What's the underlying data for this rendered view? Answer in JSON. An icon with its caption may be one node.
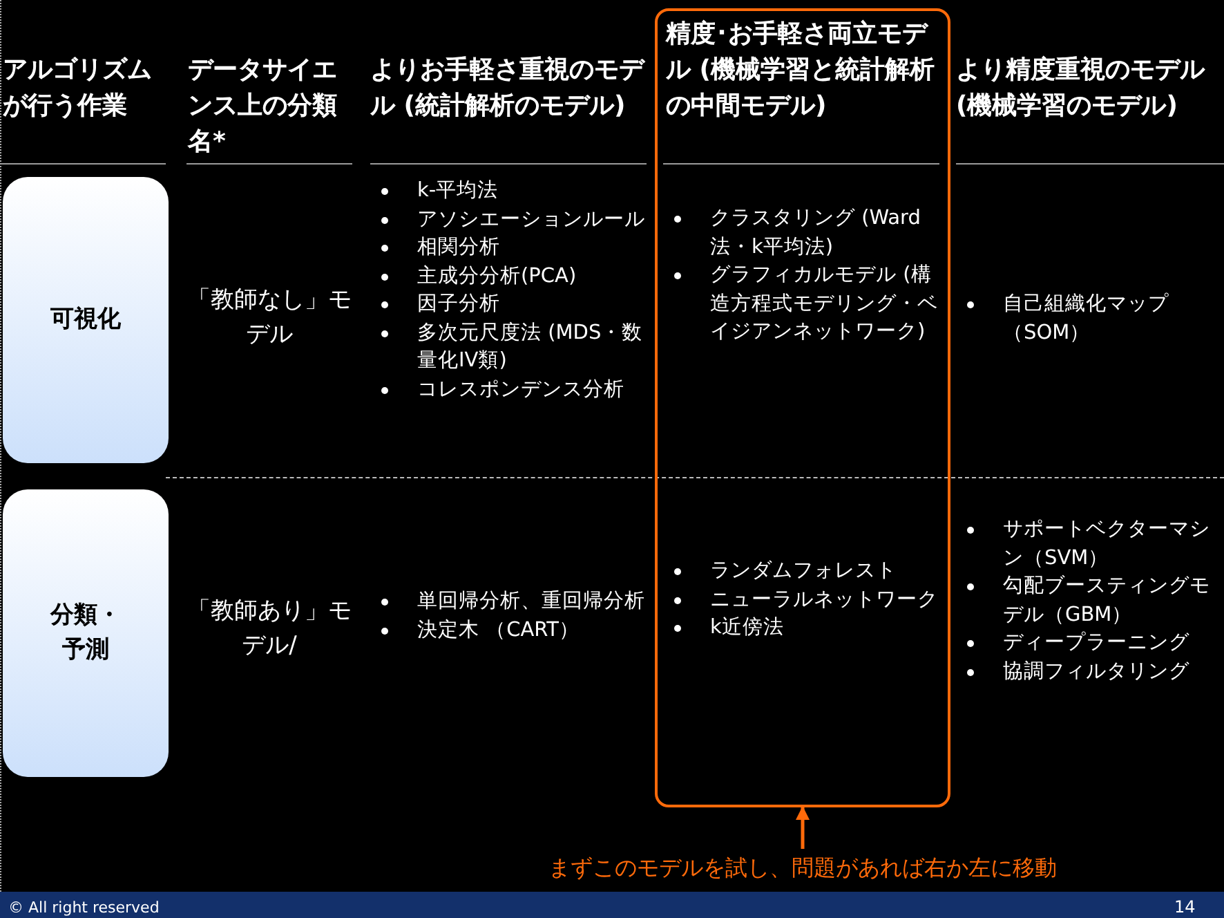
{
  "diagram": {
    "nodes": [
      {
        "text": [
          "精度･お手軽さ両立モデル (機械学習と統計解析の中間モデル)"
        ]
      },
      {
        "text": [
          "可視化"
        ]
      },
      {
        "text": [
          "分類・予測"
        ]
      },
      {
        "text": [
          "まずこのモデルを試し、問題があれば右か左に移動"
        ]
      }
    ],
    "edges": [
      {
        "from": 3,
        "to": 0,
        "arrow": "to"
      }
    ],
    "labels": [
      "アルゴリズムが行う作業",
      "データサイエンス上の分類名*",
      "よりお手軽さ重視のモデル (統計解析のモデル)",
      "より精度重視のモデル (機械学習のモデル)",
      "「教師なし」モデル",
      "k-平均法",
      "アソシエーションルール",
      "相関分析",
      "主成分分析(PCA)",
      "因子分析",
      "多次元尺度法 (MDS・数量化IV類)",
      "コレスポンデンス分析",
      "クラスタリング (Ward法・k平均法)",
      "グラフィカルモデル (構造方程式モデリング・ベイジアンネットワーク)",
      "自己組織化マップ（SOM）",
      "「教師あり」モデル/",
      "単回帰分析、重回帰分析",
      "決定木 （CART）",
      "ランダムフォレスト",
      "ニューラルネットワーク",
      "k近傍法",
      "サポートベクターマシン（SVM）",
      "勾配ブースティングモデル（GBM）",
      "ディープラーニング",
      "協調フィルタリング",
      "© All right reserved",
      "14"
    ]
  }
}
